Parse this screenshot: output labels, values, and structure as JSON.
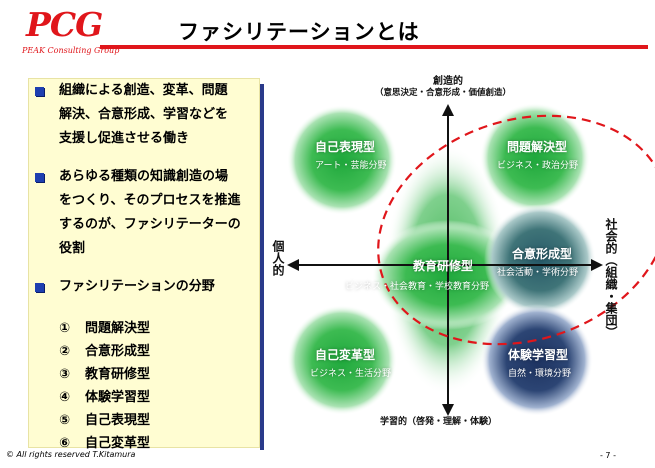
{
  "header": {
    "logo": "PCG",
    "logo_sub": "PEAK Consulting Group",
    "title": "ファシリテーションとは"
  },
  "panel": {
    "bullets": [
      {
        "lines": [
          "組織による創造、変革、問題",
          "解決、合意形成、学習などを",
          "支援し促進させる働き"
        ]
      },
      {
        "lines": [
          "あらゆる種類の知識創造の場",
          "をつくり、そのプロセスを推進",
          "するのが、ファシリテーターの",
          "役割"
        ]
      },
      {
        "lines": [
          "ファシリテーションの分野"
        ]
      }
    ],
    "numbered": [
      {
        "n": "①",
        "label": "問題解決型"
      },
      {
        "n": "②",
        "label": "合意形成型"
      },
      {
        "n": "③",
        "label": "教育研修型"
      },
      {
        "n": "④",
        "label": "体験学習型"
      },
      {
        "n": "⑤",
        "label": "自己表現型"
      },
      {
        "n": "⑥",
        "label": "自己変革型"
      }
    ]
  },
  "diagram": {
    "top_label": "創造的",
    "top_sub": "（意思決定・合意形成・価値創造）",
    "bottom_label": "学習的（啓発・理解・体験）",
    "left_label": "個人的",
    "right_label": "社会的（組織・集団）",
    "bubbles": [
      {
        "title": "自己表現型",
        "sub": "アート・芸能分野"
      },
      {
        "title": "問題解決型",
        "sub": "ビジネス・政治分野"
      },
      {
        "title": "教育研修型",
        "sub": "ビジネス・社会教育・学校教育分野"
      },
      {
        "title": "合意形成型",
        "sub": "社会活動・学術分野"
      },
      {
        "title": "自己変革型",
        "sub": "ビジネス・生活分野"
      },
      {
        "title": "体験学習型",
        "sub": "自然・環境分野"
      }
    ]
  },
  "footer": {
    "copyright": "©  All rights reserved T.Kitamura",
    "page": "- 7 -"
  },
  "colors": {
    "brand_red": "#e0161b",
    "panel_bg": "#fffdd2",
    "bullet_blue": "#1e3fb0",
    "green": "#2fb24a",
    "dark_teal": "#2f5e6a",
    "navy": "#283f6e"
  }
}
